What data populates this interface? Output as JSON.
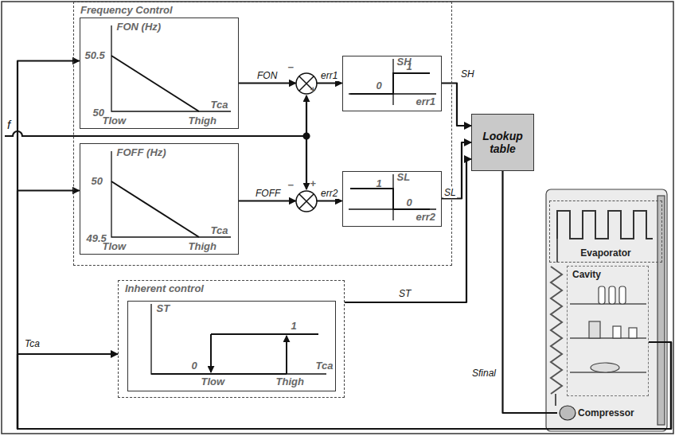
{
  "diagram": {
    "nodes": [
      {
        "text": [
          "Frequency Control"
        ]
      },
      {
        "text": [
          "FON (Hz)",
          "50.5",
          "50",
          "Tlow",
          "Thigh",
          "Tca"
        ],
        "in": 0
      },
      {
        "text": [
          "−",
          "+"
        ],
        "in": 0
      },
      {
        "text": [
          "SH",
          "1",
          "0",
          "err1"
        ],
        "in": 0
      },
      {
        "text": [
          "FOFF (Hz)",
          "50",
          "49.5",
          "Tlow",
          "Thigh",
          "Tca"
        ],
        "in": 0
      },
      {
        "text": [
          "−",
          "+"
        ],
        "in": 0
      },
      {
        "text": [
          "SL",
          "1",
          "0",
          "err2"
        ],
        "in": 0
      },
      {
        "text": [
          "Inherent control"
        ]
      },
      {
        "text": [
          "ST",
          "1",
          "0",
          "Tlow",
          "Thigh",
          "Tca"
        ],
        "in": 7
      },
      {
        "text": [
          "Lookup table"
        ]
      },
      {
        "text": [
          "Evaporator"
        ]
      },
      {
        "text": [
          "Cavity"
        ]
      },
      {
        "text": [
          "Compressor"
        ]
      }
    ],
    "edges": [
      {
        "from": 1,
        "to": 2,
        "arrow": "to",
        "label": "FON"
      },
      {
        "from": 2,
        "to": 3,
        "arrow": "to",
        "label": "err1"
      },
      {
        "from": 3,
        "to": 9,
        "arrow": "to",
        "label": "SH"
      },
      {
        "from": 4,
        "to": 5,
        "arrow": "to",
        "label": "FOFF"
      },
      {
        "from": 5,
        "to": 6,
        "arrow": "to",
        "label": "err2"
      },
      {
        "from": 6,
        "to": 9,
        "arrow": "to",
        "label": "SL"
      },
      {
        "from": 7,
        "to": 9,
        "arrow": "to",
        "label": "ST"
      },
      {
        "from": 9,
        "to": 12,
        "arrow": "none",
        "label": "Sfinal"
      },
      {
        "from": 11,
        "to": 1,
        "arrow": "to"
      },
      {
        "from": 11,
        "to": 4,
        "arrow": "to"
      },
      {
        "from": 11,
        "to": 7,
        "arrow": "to",
        "label": "Tca"
      }
    ],
    "labels": [
      "f"
    ]
  }
}
